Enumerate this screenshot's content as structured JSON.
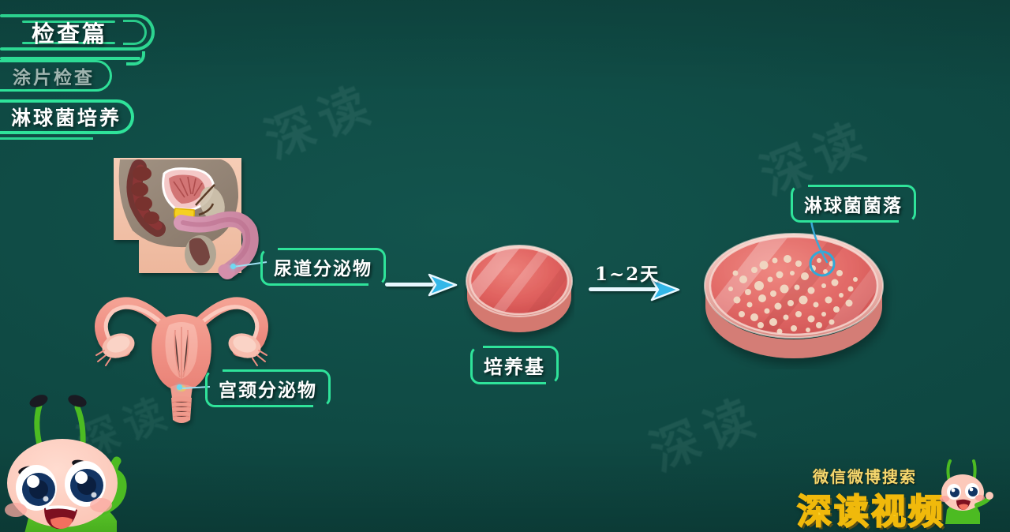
{
  "meta": {
    "background_color": "#0f4a44",
    "accent_green": "#2fe39a",
    "accent_cyan": "#6fd9f2",
    "brand_yellow": "#fcd535",
    "watermark_text": "深读"
  },
  "chapter": {
    "title": "检查篇",
    "items": [
      {
        "label": "涂片检查",
        "state": "inactive"
      },
      {
        "label": "淋球菌培养",
        "state": "active"
      }
    ]
  },
  "labels": {
    "urethral_secretion": "尿道分泌物",
    "cervical_secretion": "宫颈分泌物",
    "culture_medium": "培养基",
    "gonococcus_colony": "淋球菌菌落"
  },
  "flow": {
    "duration_label": "1~2天",
    "arrow_left_icon": "arrow-right-icon",
    "arrow_right_icon": "arrow-right-icon"
  },
  "illustrations": {
    "male_anatomy": "male-reproductive-anatomy-illustration",
    "female_anatomy": "female-reproductive-anatomy-illustration",
    "blank_dish": "blood-agar-petri-dish",
    "colony_dish": "petri-dish-with-bacterial-colonies",
    "mascot": "cartoon-bug-mascot"
  },
  "brand": {
    "line1": "微信微博搜索",
    "line2": "深读视频",
    "mascot": "cartoon-bug-mascot-small"
  },
  "watermarks": [
    "深读",
    "深读",
    "深读",
    "深读"
  ]
}
